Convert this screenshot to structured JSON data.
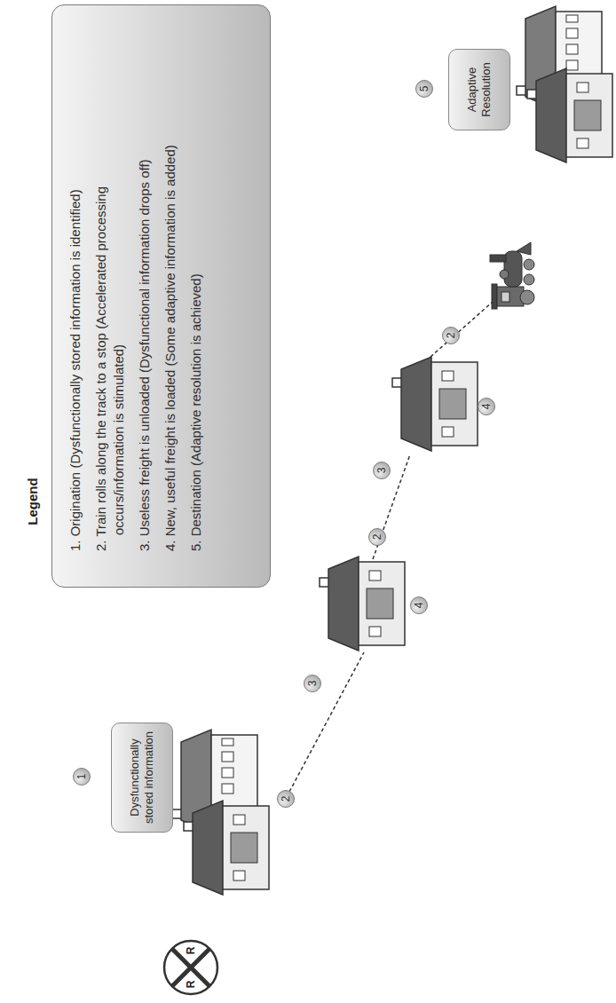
{
  "diagram": {
    "nodes": [
      {
        "text": [
          "Dysfunctionally stored information"
        ]
      },
      {
        "text": [
          "Adaptive Resolution"
        ]
      }
    ],
    "labels": [
      "Legend",
      "R",
      "R",
      "1",
      "2",
      "3",
      "4",
      "2",
      "3",
      "4",
      "2",
      "5"
    ],
    "legend": [
      {
        "text": "1. Origination (Dysfunctionally stored information is identified)"
      },
      {
        "text": "2. Train rolls along the track to a stop (Accelerated processing occurs/information is stimulated)"
      },
      {
        "text": "3. Useless freight is unloaded (Dysfunctional information drops off)"
      },
      {
        "text": "4. New, useful freight is loaded (Some adaptive information is added)"
      },
      {
        "text": "5. Destination (Adaptive resolution is achieved)"
      }
    ]
  }
}
